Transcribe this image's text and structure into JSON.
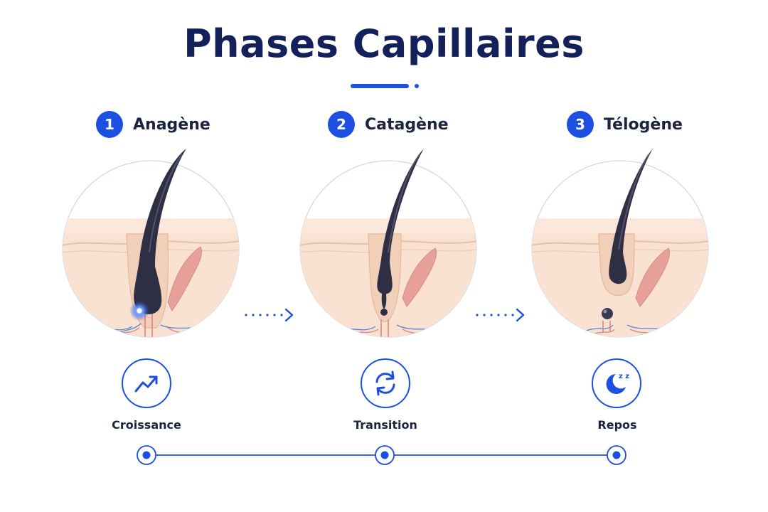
{
  "title": "Phases Capillaires",
  "colors": {
    "accent": "#1d4fe0",
    "title": "#13205a",
    "skin": "#f7dcc8",
    "hair": "#2e2f45",
    "muscle": "#e69a93"
  },
  "phases": [
    {
      "number": "1",
      "name": "Anagène",
      "label": "Croissance",
      "icon": "trending-up-icon"
    },
    {
      "number": "2",
      "name": "Catagène",
      "label": "Transition",
      "icon": "refresh-cycle-icon"
    },
    {
      "number": "3",
      "name": "Télogène",
      "label": "Repos",
      "icon": "moon-zzz-icon"
    }
  ],
  "sleep_glyph": "z z"
}
